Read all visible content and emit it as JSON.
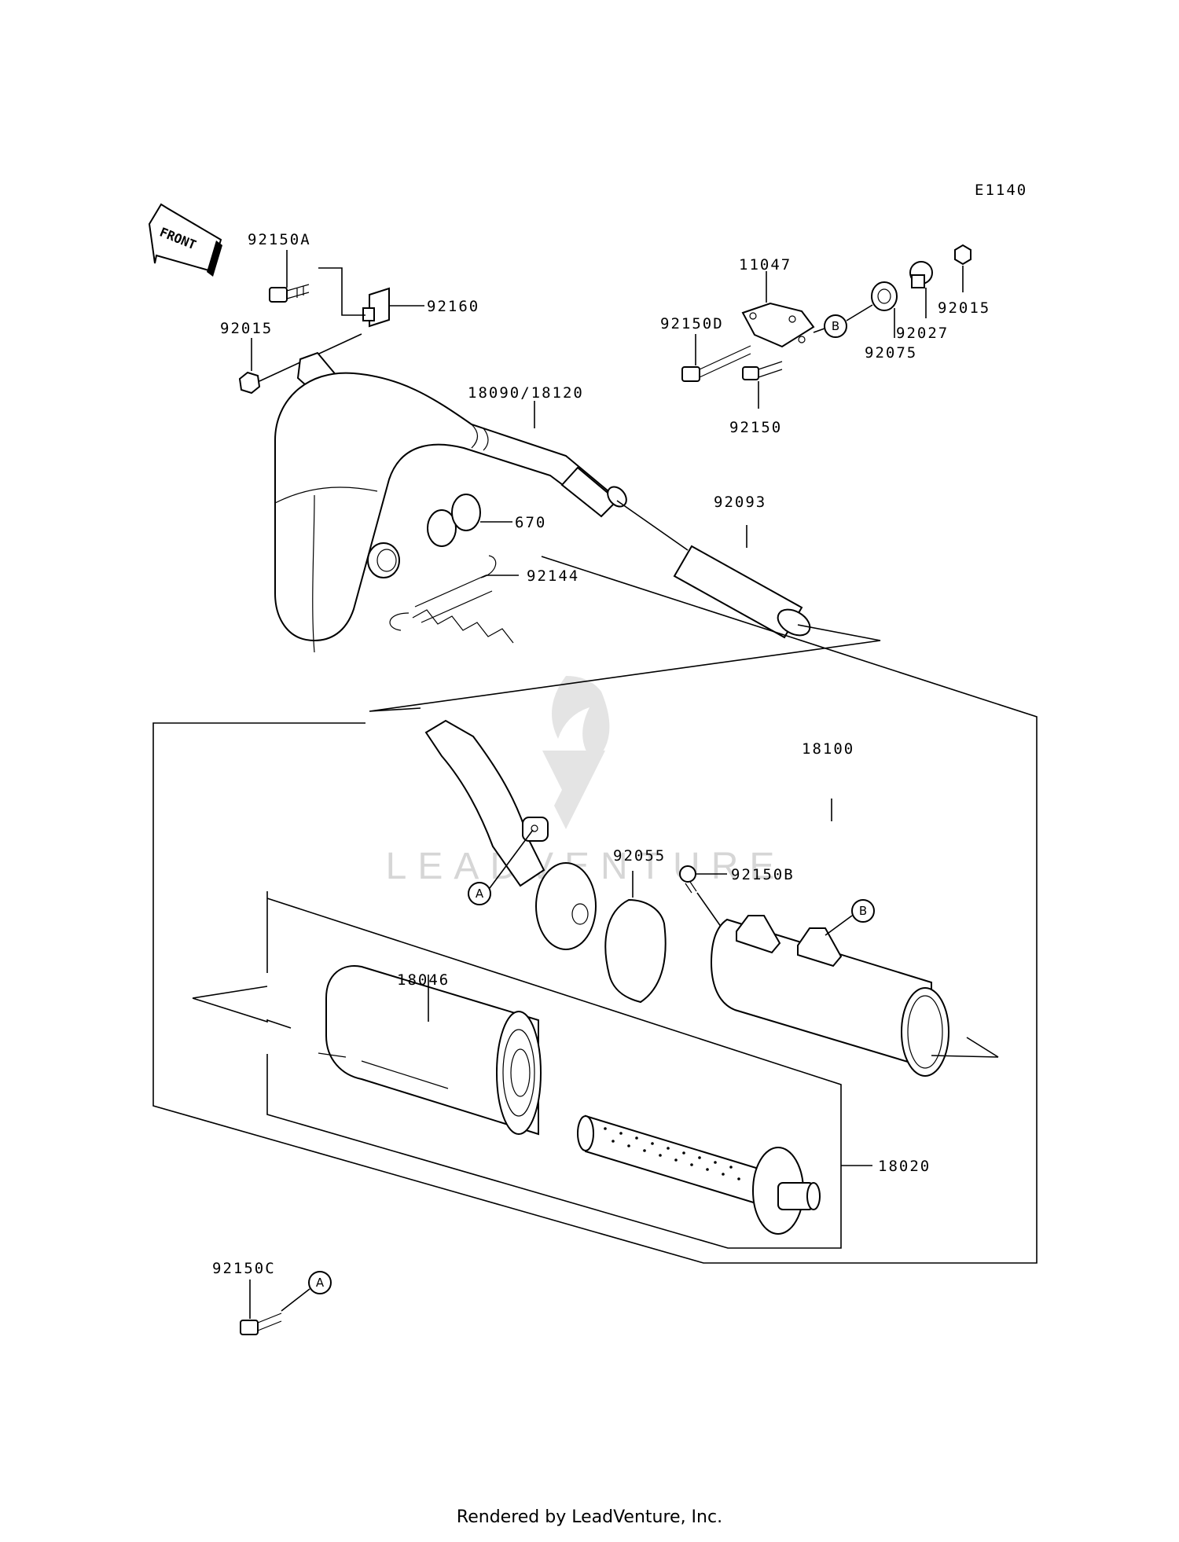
{
  "diagram_code": "E1140",
  "front_label": "FRONT",
  "watermark": "LEADVENTURE",
  "footer": "Rendered by LeadVenture, Inc.",
  "callouts": {
    "a": "A",
    "b": "B"
  },
  "parts": {
    "p92150A": "92150A",
    "p92160": "92160",
    "p92015_left": "92015",
    "p11047": "11047",
    "p92150D": "92150D",
    "p92150": "92150",
    "p92075": "92075",
    "p92027": "92027",
    "p92015_right": "92015",
    "p18090": "18090/18120",
    "p670": "670",
    "p92144": "92144",
    "p92093": "92093",
    "p18100": "18100",
    "p92055": "92055",
    "p92150B": "92150B",
    "p18046": "18046",
    "p18020": "18020",
    "p92150C": "92150C"
  }
}
